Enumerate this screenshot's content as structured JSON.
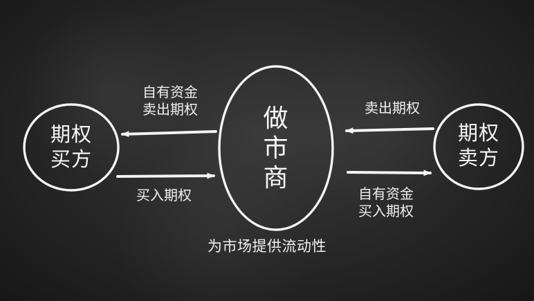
{
  "diagram": {
    "nodes": {
      "left": {
        "line1": "期权",
        "line2": "买方"
      },
      "center": {
        "line1": "做",
        "line2": "市",
        "line3": "商"
      },
      "right": {
        "line1": "期权",
        "line2": "卖方"
      }
    },
    "labels": {
      "left_top_line1": "自有资金",
      "left_top_line2": "卖出期权",
      "left_bottom": "买入期权",
      "right_top": "卖出期权",
      "right_bottom_line1": "自有资金",
      "right_bottom_line2": "买入期权"
    },
    "caption": "为市场提供流动性"
  },
  "colors": {
    "chalk": "#f4f4f4",
    "board": "#2a2a2a"
  }
}
